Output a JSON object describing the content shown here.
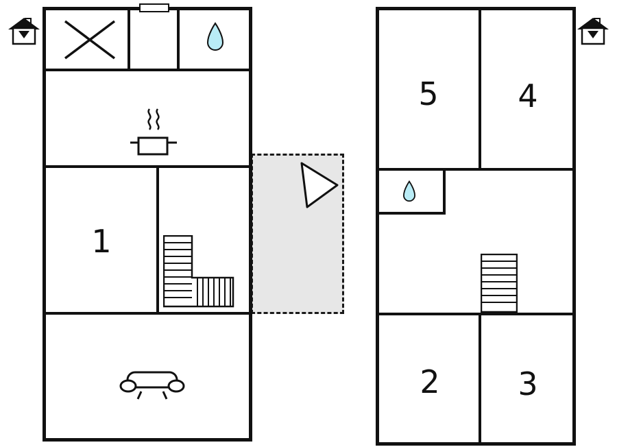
{
  "diagram": {
    "kind": "floor-plan",
    "rooms": {
      "r1": "1",
      "r2": "2",
      "r3": "3",
      "r4": "4",
      "r5": "5"
    }
  },
  "colors": {
    "wall": "#111111",
    "water_drop": "#b9ecf6",
    "terrace_fill": "#e7e7e7",
    "background": "#ffffff"
  },
  "icons": {
    "entrance_left": "house-entrance-icon",
    "entrance_right": "house-entrance-icon",
    "window_cross": "crossed-window-icon",
    "stove": "stove-pot-icon",
    "water_drop_main": "water-drop-icon",
    "water_drop_small": "water-drop-icon",
    "stairs_main": "stairs-icon",
    "stairs_secondary": "stairs-icon",
    "sofa": "sofa-icon",
    "north_arrow": "north-arrow-icon",
    "door_opening": "door-opening-marker"
  }
}
